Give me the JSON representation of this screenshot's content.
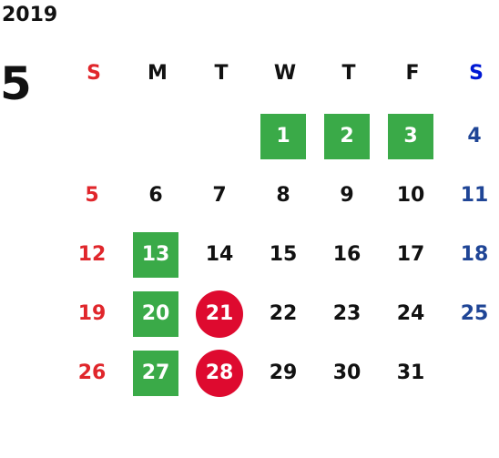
{
  "calendar": {
    "year": "2019",
    "month": "5",
    "colors": {
      "sunday": "#e0262b",
      "saturday_header": "#0019d4",
      "saturday": "#1f4596",
      "weekday": "#111111",
      "holiday_box": "#3aaa48",
      "highlight_circle": "#de0a2f"
    },
    "weekdays": [
      "S",
      "M",
      "T",
      "W",
      "T",
      "F",
      "S"
    ],
    "weeks": [
      [
        "",
        "",
        "",
        "1",
        "2",
        "3",
        "4"
      ],
      [
        "5",
        "6",
        "7",
        "8",
        "9",
        "10",
        "11"
      ],
      [
        "12",
        "13",
        "14",
        "15",
        "16",
        "17",
        "18"
      ],
      [
        "19",
        "20",
        "21",
        "22",
        "23",
        "24",
        "25"
      ],
      [
        "26",
        "27",
        "28",
        "29",
        "30",
        "31",
        ""
      ]
    ],
    "holiday_boxes": [
      "1",
      "2",
      "3",
      "13",
      "20",
      "27"
    ],
    "highlight_circles": [
      "21",
      "28"
    ]
  }
}
